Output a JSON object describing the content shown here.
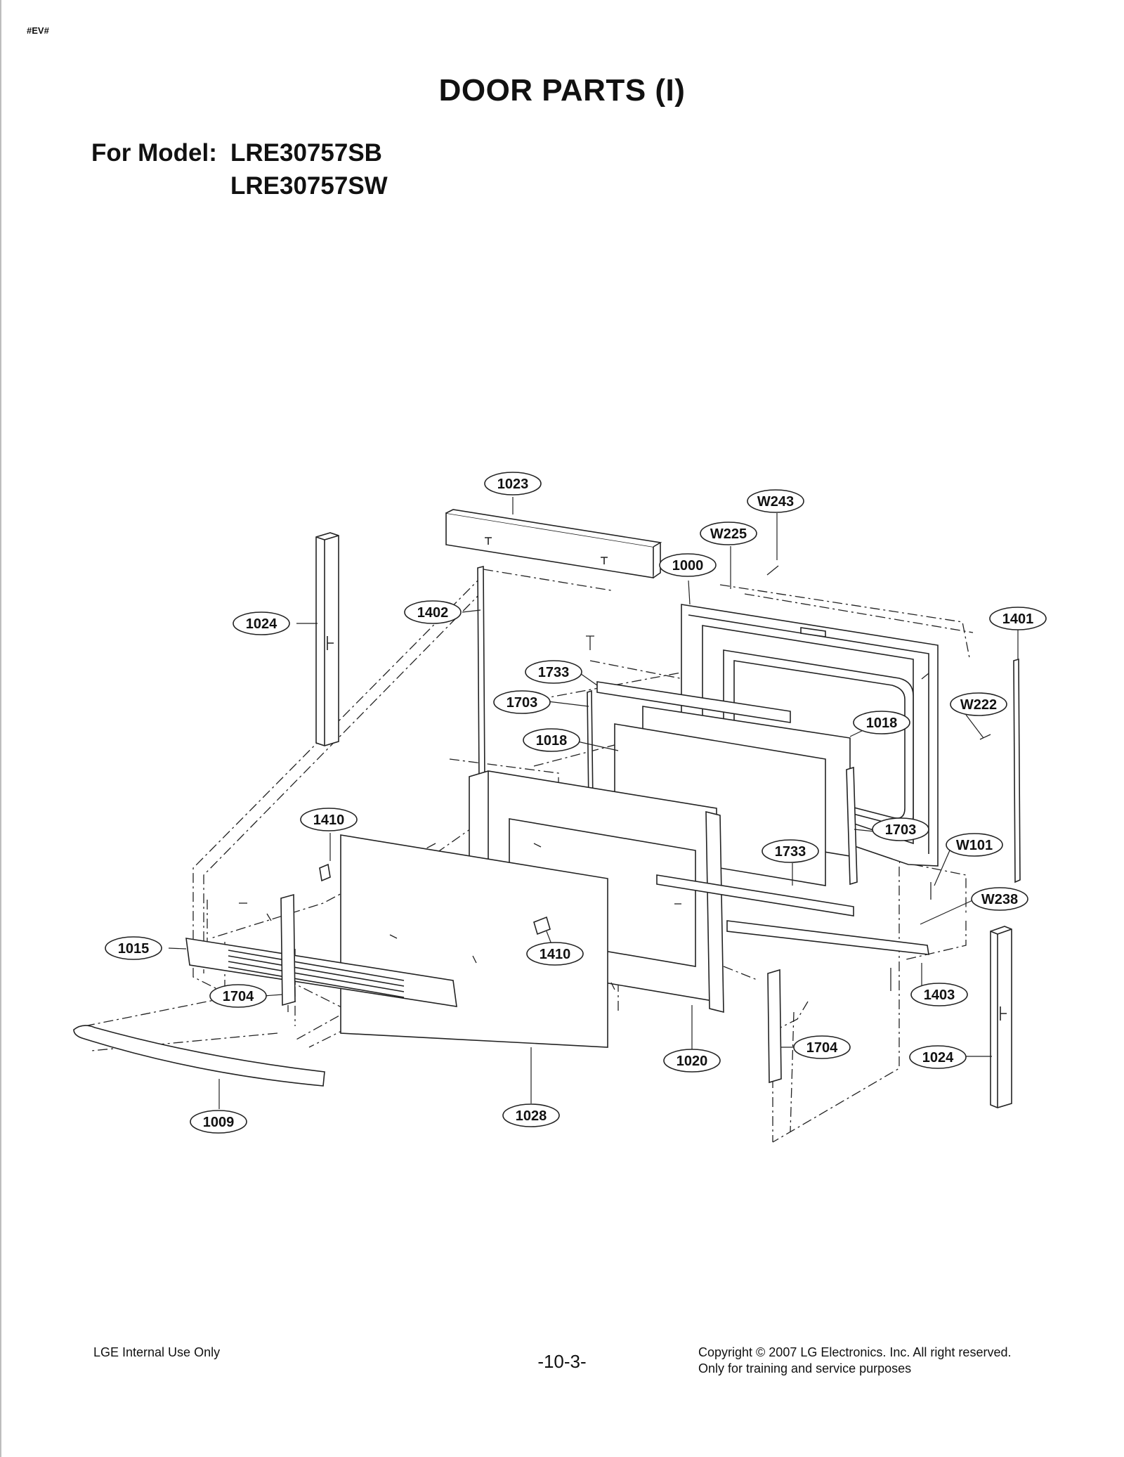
{
  "header": {
    "tag": "#EV#",
    "title": "DOOR PARTS (I)",
    "model_label": "For Model:",
    "models": [
      "LRE30757SB",
      "LRE30757SW"
    ]
  },
  "diagram": {
    "part_labels": [
      "1023",
      "W243",
      "W225",
      "1000",
      "1401",
      "1024",
      "1402",
      "1733",
      "1703",
      "1018",
      "W222",
      "1410",
      "W101",
      "W238",
      "1015",
      "1704",
      "1403",
      "1020",
      "1009",
      "1028"
    ]
  },
  "footer": {
    "left": "LGE Internal Use Only",
    "page_number": "-10-3-",
    "copyright": "Copyright © 2007 LG Electronics. Inc. All right reserved.",
    "copyright_note": "Only for training and service purposes"
  }
}
